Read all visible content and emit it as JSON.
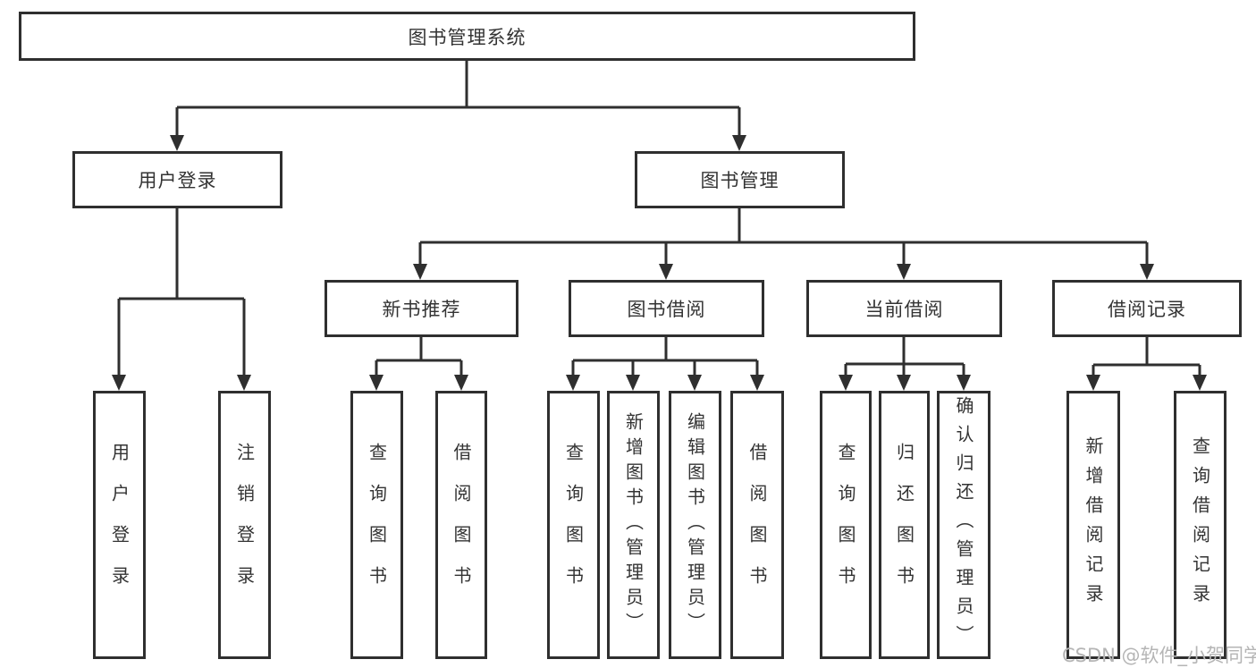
{
  "colors": {
    "line": "#2f2f2f",
    "text": "#333333",
    "watermark": "#b5b5b5",
    "background": "#ffffff"
  },
  "tree": {
    "root": {
      "label": "图书管理系统",
      "children": [
        {
          "label": "用户登录",
          "children": [
            {
              "label": "用户登录"
            },
            {
              "label": "注销登录"
            }
          ]
        },
        {
          "label": "图书管理",
          "children": [
            {
              "label": "新书推荐",
              "children": [
                {
                  "label": "查询图书"
                },
                {
                  "label": "借阅图书"
                }
              ]
            },
            {
              "label": "图书借阅",
              "children": [
                {
                  "label": "查询图书"
                },
                {
                  "label": "新增图书（管理员）"
                },
                {
                  "label": "编辑图书（管理员）"
                },
                {
                  "label": "借阅图书"
                }
              ]
            },
            {
              "label": "当前借阅",
              "children": [
                {
                  "label": "查询图书"
                },
                {
                  "label": "归还图书"
                },
                {
                  "label": "确认归还（管理员）"
                }
              ]
            },
            {
              "label": "借阅记录",
              "children": [
                {
                  "label": "新增借阅记录"
                },
                {
                  "label": "查询借阅记录"
                }
              ]
            }
          ]
        }
      ]
    }
  },
  "watermark": {
    "text": "CSDN @软件_小贺同学"
  }
}
